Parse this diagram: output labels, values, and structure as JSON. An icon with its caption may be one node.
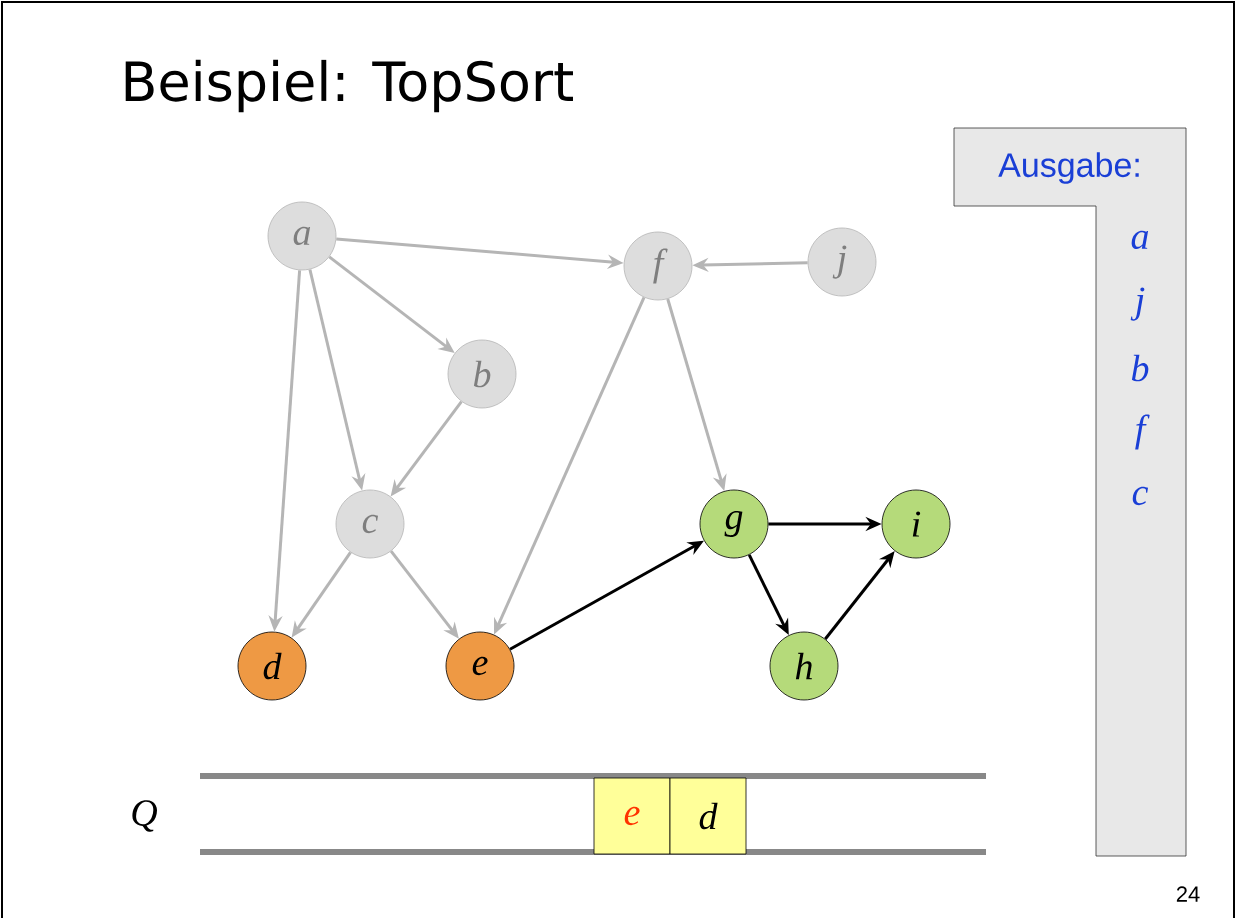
{
  "diagram": {
    "title": "Beispiel: TopSort",
    "nodes": [
      {
        "text": [
          "a"
        ]
      },
      {
        "text": [
          "b"
        ]
      },
      {
        "text": [
          "c"
        ]
      },
      {
        "text": [
          "d"
        ]
      },
      {
        "text": [
          "e"
        ]
      },
      {
        "text": [
          "f"
        ]
      },
      {
        "text": [
          "g"
        ]
      },
      {
        "text": [
          "h"
        ]
      },
      {
        "text": [
          "i"
        ]
      },
      {
        "text": [
          "j"
        ]
      },
      {
        "text": [
          "Ausgabe:",
          "a",
          "j",
          "b",
          "f",
          "c"
        ]
      },
      {
        "text": [
          "e"
        ]
      },
      {
        "text": [
          "d"
        ]
      }
    ],
    "edges": [
      {
        "from": 0,
        "to": 5,
        "arrow": "to"
      },
      {
        "from": 9,
        "to": 5,
        "arrow": "to"
      },
      {
        "from": 0,
        "to": 1,
        "arrow": "to"
      },
      {
        "from": 0,
        "to": 2,
        "arrow": "to"
      },
      {
        "from": 0,
        "to": 3,
        "arrow": "to"
      },
      {
        "from": 1,
        "to": 2,
        "arrow": "to"
      },
      {
        "from": 5,
        "to": 4,
        "arrow": "to"
      },
      {
        "from": 5,
        "to": 6,
        "arrow": "to"
      },
      {
        "from": 2,
        "to": 3,
        "arrow": "to"
      },
      {
        "from": 2,
        "to": 4,
        "arrow": "to"
      },
      {
        "from": 4,
        "to": 6,
        "arrow": "to",
        "color": "#000000"
      },
      {
        "from": 6,
        "to": 8,
        "arrow": "to",
        "color": "#000000"
      },
      {
        "from": 6,
        "to": 7,
        "arrow": "to",
        "color": "#000000"
      },
      {
        "from": 7,
        "to": 8,
        "arrow": "to",
        "color": "#000000"
      }
    ],
    "labels": [
      "Q",
      "24"
    ]
  }
}
